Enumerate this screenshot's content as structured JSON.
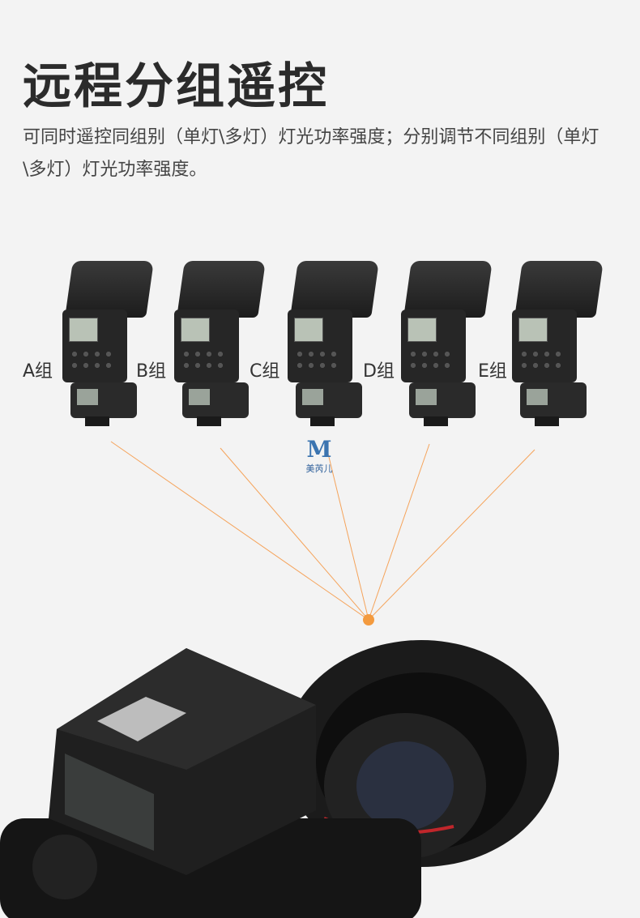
{
  "title": "远程分组遥控",
  "description": "可同时遥控同组别（单灯\\多灯）灯光功率强度；分别调节不同组别（单灯\\多灯）灯光功率强度。",
  "groups": [
    {
      "label": "A组"
    },
    {
      "label": "B组"
    },
    {
      "label": "C组"
    },
    {
      "label": "D组"
    },
    {
      "label": "E组"
    }
  ],
  "watermark": "美芮儿",
  "colors": {
    "ray": "#f5a35a",
    "dot": "#f39a3e",
    "background": "#f3f3f3"
  }
}
